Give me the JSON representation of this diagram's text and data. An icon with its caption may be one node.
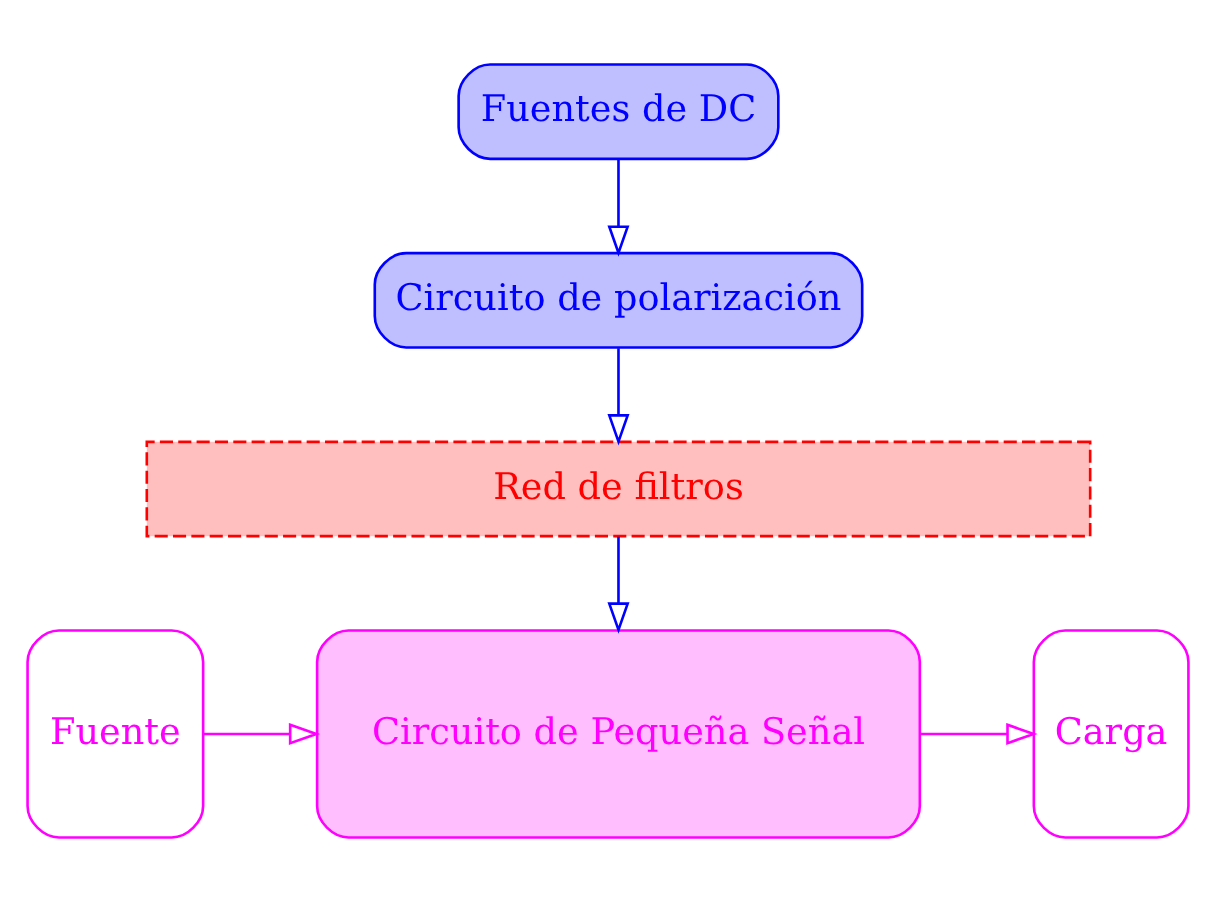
{
  "diagram": {
    "nodes": [
      {
        "text": [
          "Fuentes de DC"
        ]
      },
      {
        "text": [
          "Circuito de polarización"
        ]
      },
      {
        "text": [
          "Red de filtros"
        ]
      },
      {
        "text": [
          "Circuito de Pequeña Señal"
        ]
      },
      {
        "text": [
          "Fuente"
        ]
      },
      {
        "text": [
          "Carga"
        ]
      }
    ],
    "edges": [
      {
        "from": 0,
        "to": 1,
        "arrow": "to"
      },
      {
        "from": 1,
        "to": 2,
        "arrow": "to"
      },
      {
        "from": 2,
        "to": 3,
        "arrow": "to"
      },
      {
        "from": 4,
        "to": 3,
        "arrow": "to",
        "color": "#ff00ff"
      },
      {
        "from": 3,
        "to": 5,
        "arrow": "to",
        "color": "#ff00ff"
      }
    ]
  }
}
